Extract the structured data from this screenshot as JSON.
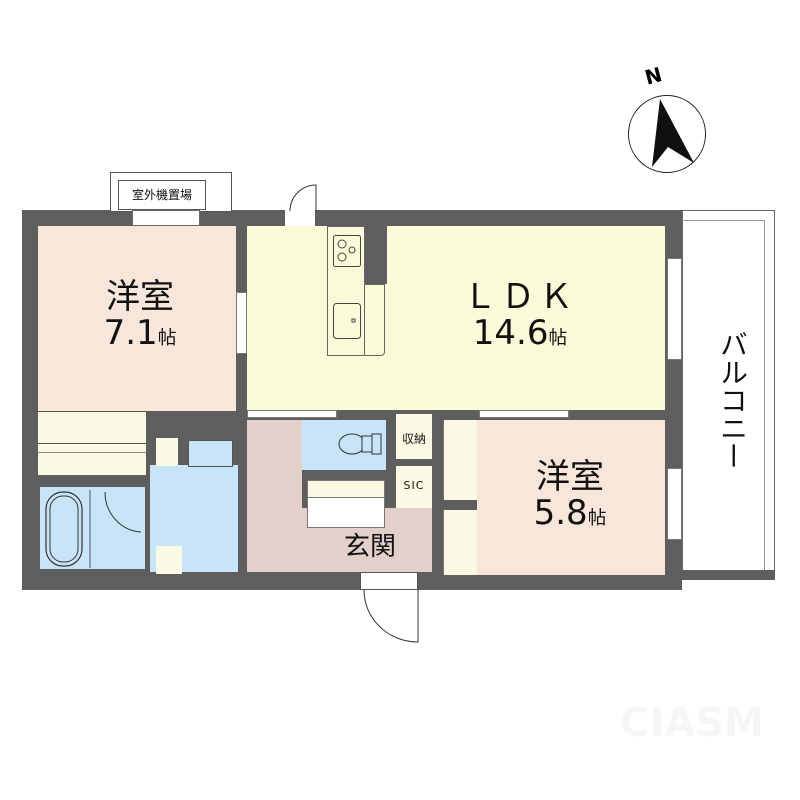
{
  "floorplan": {
    "compass": {
      "label": "N",
      "icon": "north-arrow-icon"
    },
    "outdoor_unit_area": {
      "label": "室外機置場"
    },
    "rooms": [
      {
        "id": "western-room-1",
        "name": "洋室",
        "size": "7.1",
        "unit": "帖",
        "color": "#f8e6da"
      },
      {
        "id": "ldk",
        "name": "ＬＤＫ",
        "size": "14.6",
        "unit": "帖",
        "color": "#fafad8"
      },
      {
        "id": "western-room-2",
        "name": "洋室",
        "size": "5.8",
        "unit": "帖",
        "color": "#f8e6da"
      },
      {
        "id": "entrance",
        "name": "玄関",
        "color": "#e3d0ca"
      },
      {
        "id": "storage",
        "name": "収納"
      },
      {
        "id": "sic",
        "name": "SIC"
      },
      {
        "id": "balcony",
        "name": "バルコニー"
      }
    ],
    "colors": {
      "wall": "#5e5e5e",
      "wet_area": "#c8e4f8",
      "closet": "#fbf9e4",
      "entrance": "#e3d0ca"
    },
    "watermark": "CIASM"
  }
}
